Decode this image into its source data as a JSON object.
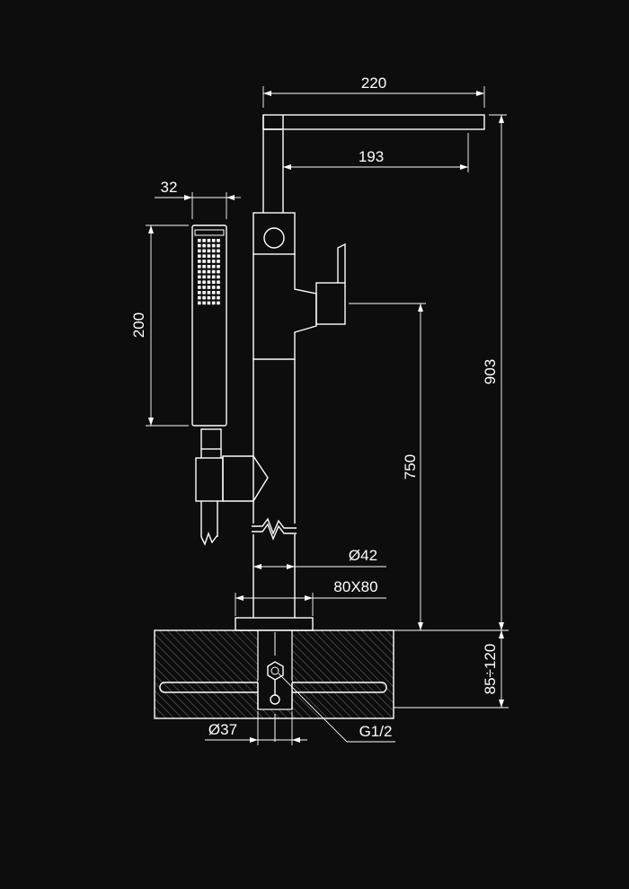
{
  "colors": {
    "background": "#0d0d0d",
    "line": "#ffffff",
    "hatch": "#5a5a5a"
  },
  "dimensions": {
    "spout_length": "220",
    "spout_reach": "193",
    "handshower_width": "32",
    "handshower_length": "200",
    "total_height": "903",
    "lever_height": "750",
    "pipe_diameter": "Ø42",
    "base_plate": "80X80",
    "floor_depth": "85÷120",
    "inlet_diameter": "Ø37",
    "thread": "G1/2"
  }
}
